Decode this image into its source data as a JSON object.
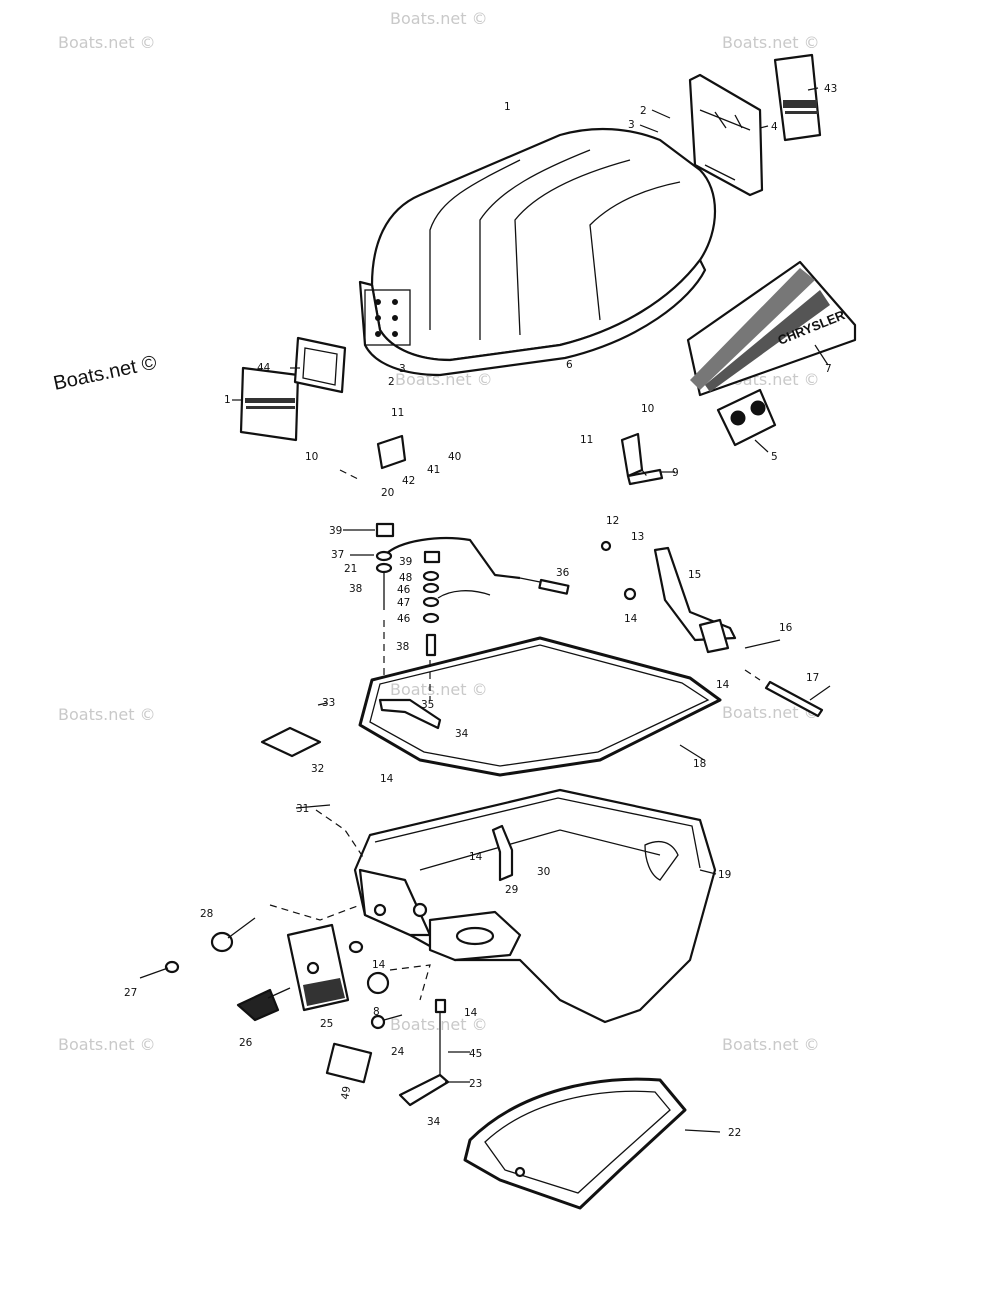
{
  "watermark": {
    "text": "Boats.net ©",
    "main_text": "Boats.net ©"
  },
  "decal": {
    "brand": "CHRYSLER"
  },
  "callouts": {
    "c1a": "1",
    "c1b": "1",
    "c2a": "2",
    "c2b": "2",
    "c3a": "3",
    "c3b": "3",
    "c4": "4",
    "c5": "5",
    "c6": "6",
    "c7": "7",
    "c8": "8",
    "c9": "9",
    "c10a": "10",
    "c10b": "10",
    "c11a": "11",
    "c11b": "11",
    "c12": "12",
    "c13": "13",
    "c14a": "14",
    "c14b": "14",
    "c14c": "14",
    "c14d": "14",
    "c14e": "14",
    "c14f": "14",
    "c15": "15",
    "c16": "16",
    "c17": "17",
    "c18": "18",
    "c19": "19",
    "c20": "20",
    "c21": "21",
    "c22": "22",
    "c23": "23",
    "c24": "24",
    "c25": "25",
    "c26": "26",
    "c27": "27",
    "c28": "28",
    "c29": "29",
    "c30": "30",
    "c31": "31",
    "c32": "32",
    "c33": "33",
    "c34a": "34",
    "c34b": "34",
    "c35": "35",
    "c36": "36",
    "c37": "37",
    "c38a": "38",
    "c38b": "38",
    "c39a": "39",
    "c39b": "39",
    "c40": "40",
    "c41": "41",
    "c42": "42",
    "c43": "43",
    "c44": "44",
    "c45": "45",
    "c46a": "46",
    "c46b": "46",
    "c47": "47",
    "c48": "48",
    "c49": "49"
  }
}
